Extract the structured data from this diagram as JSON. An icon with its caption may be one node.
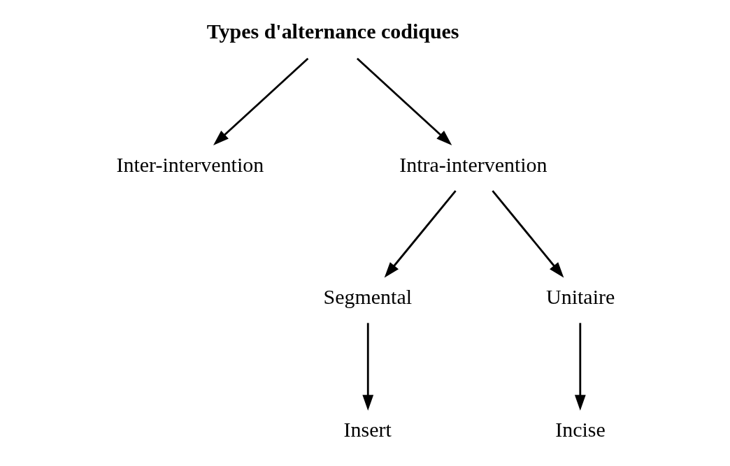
{
  "diagram": {
    "nodes": [
      {
        "text": [
          "Types d'alternance codiques"
        ]
      },
      {
        "text": [
          "Inter-intervention"
        ]
      },
      {
        "text": [
          "Intra-intervention"
        ]
      },
      {
        "text": [
          "Segmental"
        ]
      },
      {
        "text": [
          "Unitaire"
        ]
      },
      {
        "text": [
          "Insert"
        ]
      },
      {
        "text": [
          "Incise"
        ]
      }
    ],
    "edges": [
      {
        "from": 0,
        "to": 1,
        "arrow": "to"
      },
      {
        "from": 0,
        "to": 2,
        "arrow": "to"
      },
      {
        "from": 2,
        "to": 3,
        "arrow": "to"
      },
      {
        "from": 2,
        "to": 4,
        "arrow": "to"
      },
      {
        "from": 3,
        "to": 5,
        "arrow": "to"
      },
      {
        "from": 4,
        "to": 6,
        "arrow": "to"
      }
    ]
  }
}
